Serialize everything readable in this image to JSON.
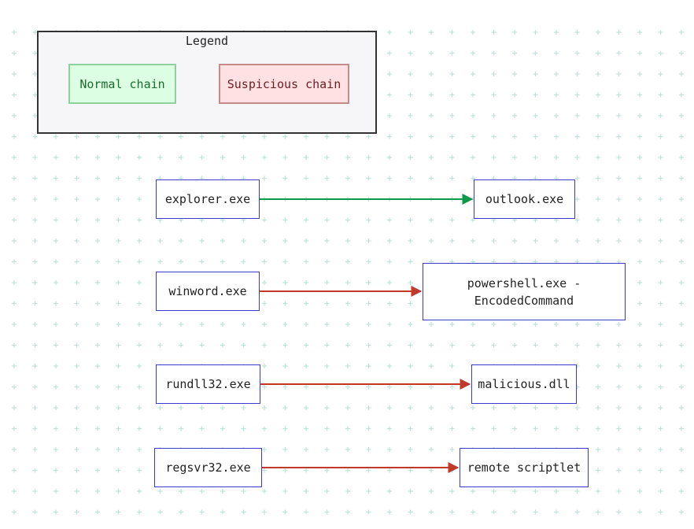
{
  "legend": {
    "title": "Legend",
    "normal_label": "Normal chain",
    "suspicious_label": "Suspicious chain"
  },
  "nodes": {
    "explorer": "explorer.exe",
    "outlook": "outlook.exe",
    "winword": "winword.exe",
    "powershell": "powershell.exe -\nEncodedCommand",
    "rundll32": "rundll32.exe",
    "malicious_dll": "malicious.dll",
    "regsvr32": "regsvr32.exe",
    "remote_scriptlet": "remote scriptlet"
  },
  "edges": [
    {
      "from": "explorer",
      "to": "outlook",
      "type": "normal"
    },
    {
      "from": "winword",
      "to": "powershell",
      "type": "suspicious"
    },
    {
      "from": "rundll32",
      "to": "malicious_dll",
      "type": "suspicious"
    },
    {
      "from": "regsvr32",
      "to": "remote_scriptlet",
      "type": "suspicious"
    }
  ],
  "colors": {
    "normal_edge": "#0a9a4a",
    "suspicious_edge": "#c0392b",
    "node_border": "#3b3bcf",
    "grid_dot": "#bfe3dc"
  }
}
